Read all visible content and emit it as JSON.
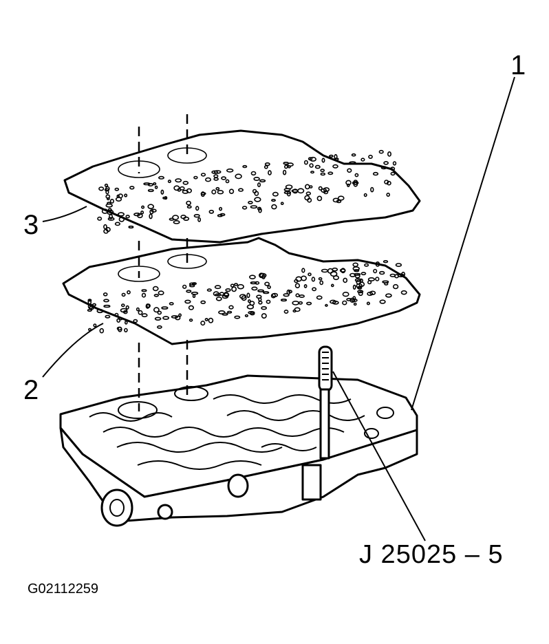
{
  "callouts": {
    "valve_body": "1",
    "spacer_plate_gasket_lower": "2",
    "spacer_plate_gasket_upper": "3"
  },
  "tool_label": "J 25025 – 5",
  "figure_id": "G02112259",
  "colors": {
    "ink": "#000000",
    "paper": "#ffffff"
  }
}
